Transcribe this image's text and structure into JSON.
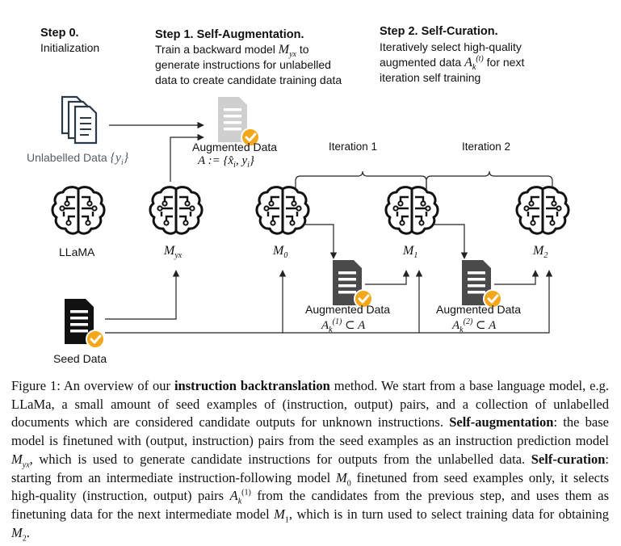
{
  "steps": {
    "step0": {
      "title": "Step 0.",
      "text": "Initialization"
    },
    "step1": {
      "title": "Step 1. Self-Augmentation.",
      "line1": "Train a backward model",
      "line1_math": "M",
      "line1_sub": "yx",
      "line1_after": "to",
      "line2": "generate instructions for unlabelled",
      "line3": "data to create candidate training data"
    },
    "step2": {
      "title": "Step 2. Self-Curation.",
      "line1": "Iteratively select high-quality",
      "line2_before": "augmented data",
      "line2_after": "for next",
      "line3": "iteration self training"
    }
  },
  "nodes": {
    "unlabelled_label": "Unlabelled Data",
    "unlabelled_math": "{y",
    "unlabelled_math_sub": "i",
    "unlabelled_math_close": "}",
    "augmented_label": "Augmented Data",
    "augmented_math": "A := {x̂",
    "augmented_math_rest": ", y",
    "augmented_math_close": "}",
    "llama_label": "LLaMA",
    "myx_label": "M",
    "myx_sub": "yx",
    "m0_label": "M",
    "m0_sub": "0",
    "m1_label": "M",
    "m1_sub": "1",
    "m2_label": "M",
    "m2_sub": "2",
    "aug1_label": "Augmented Data",
    "aug1_math_sup": "(1)",
    "aug1_math_rest": "⊂ A",
    "aug2_label": "Augmented Data",
    "aug2_math_sup": "(2)",
    "aug2_math_rest": "⊂ A",
    "seed_label": "Seed Data",
    "iter1_label": "Iteration 1",
    "iter2_label": "Iteration 2"
  },
  "caption": {
    "figure_label": "Figure 1:",
    "t1": "An overview of our",
    "b1": "instruction backtranslation",
    "t2": "method. We start from a base language model, e.g. LLaMa, a small amount of seed examples of (instruction, output) pairs, and a collection of unlabelled documents which are considered candidate outputs for unknown instructions.",
    "b2": "Self-augmentation",
    "t3": ": the base model is finetuned with (output, instruction) pairs from the seed examples as an instruction prediction model",
    "t4": ", which is used to generate candidate instructions for outputs from the unlabelled data.",
    "b3": "Self-curation",
    "t5": ": starting from an intermediate instruction-following model",
    "t6": "finetuned from seed examples only, it selects high-quality (instruction, output) pairs",
    "t7": "from the candidates from the previous step, and uses them as finetuning data for the next intermediate model",
    "t8": ", which is in turn used to select training data for obtaining",
    "t9": "."
  },
  "colors": {
    "badge": "#f3a81c",
    "doc_dark": "#4a4a4a",
    "doc_black": "#111111",
    "doc_light": "#cfcfcf",
    "line": "#222222"
  }
}
